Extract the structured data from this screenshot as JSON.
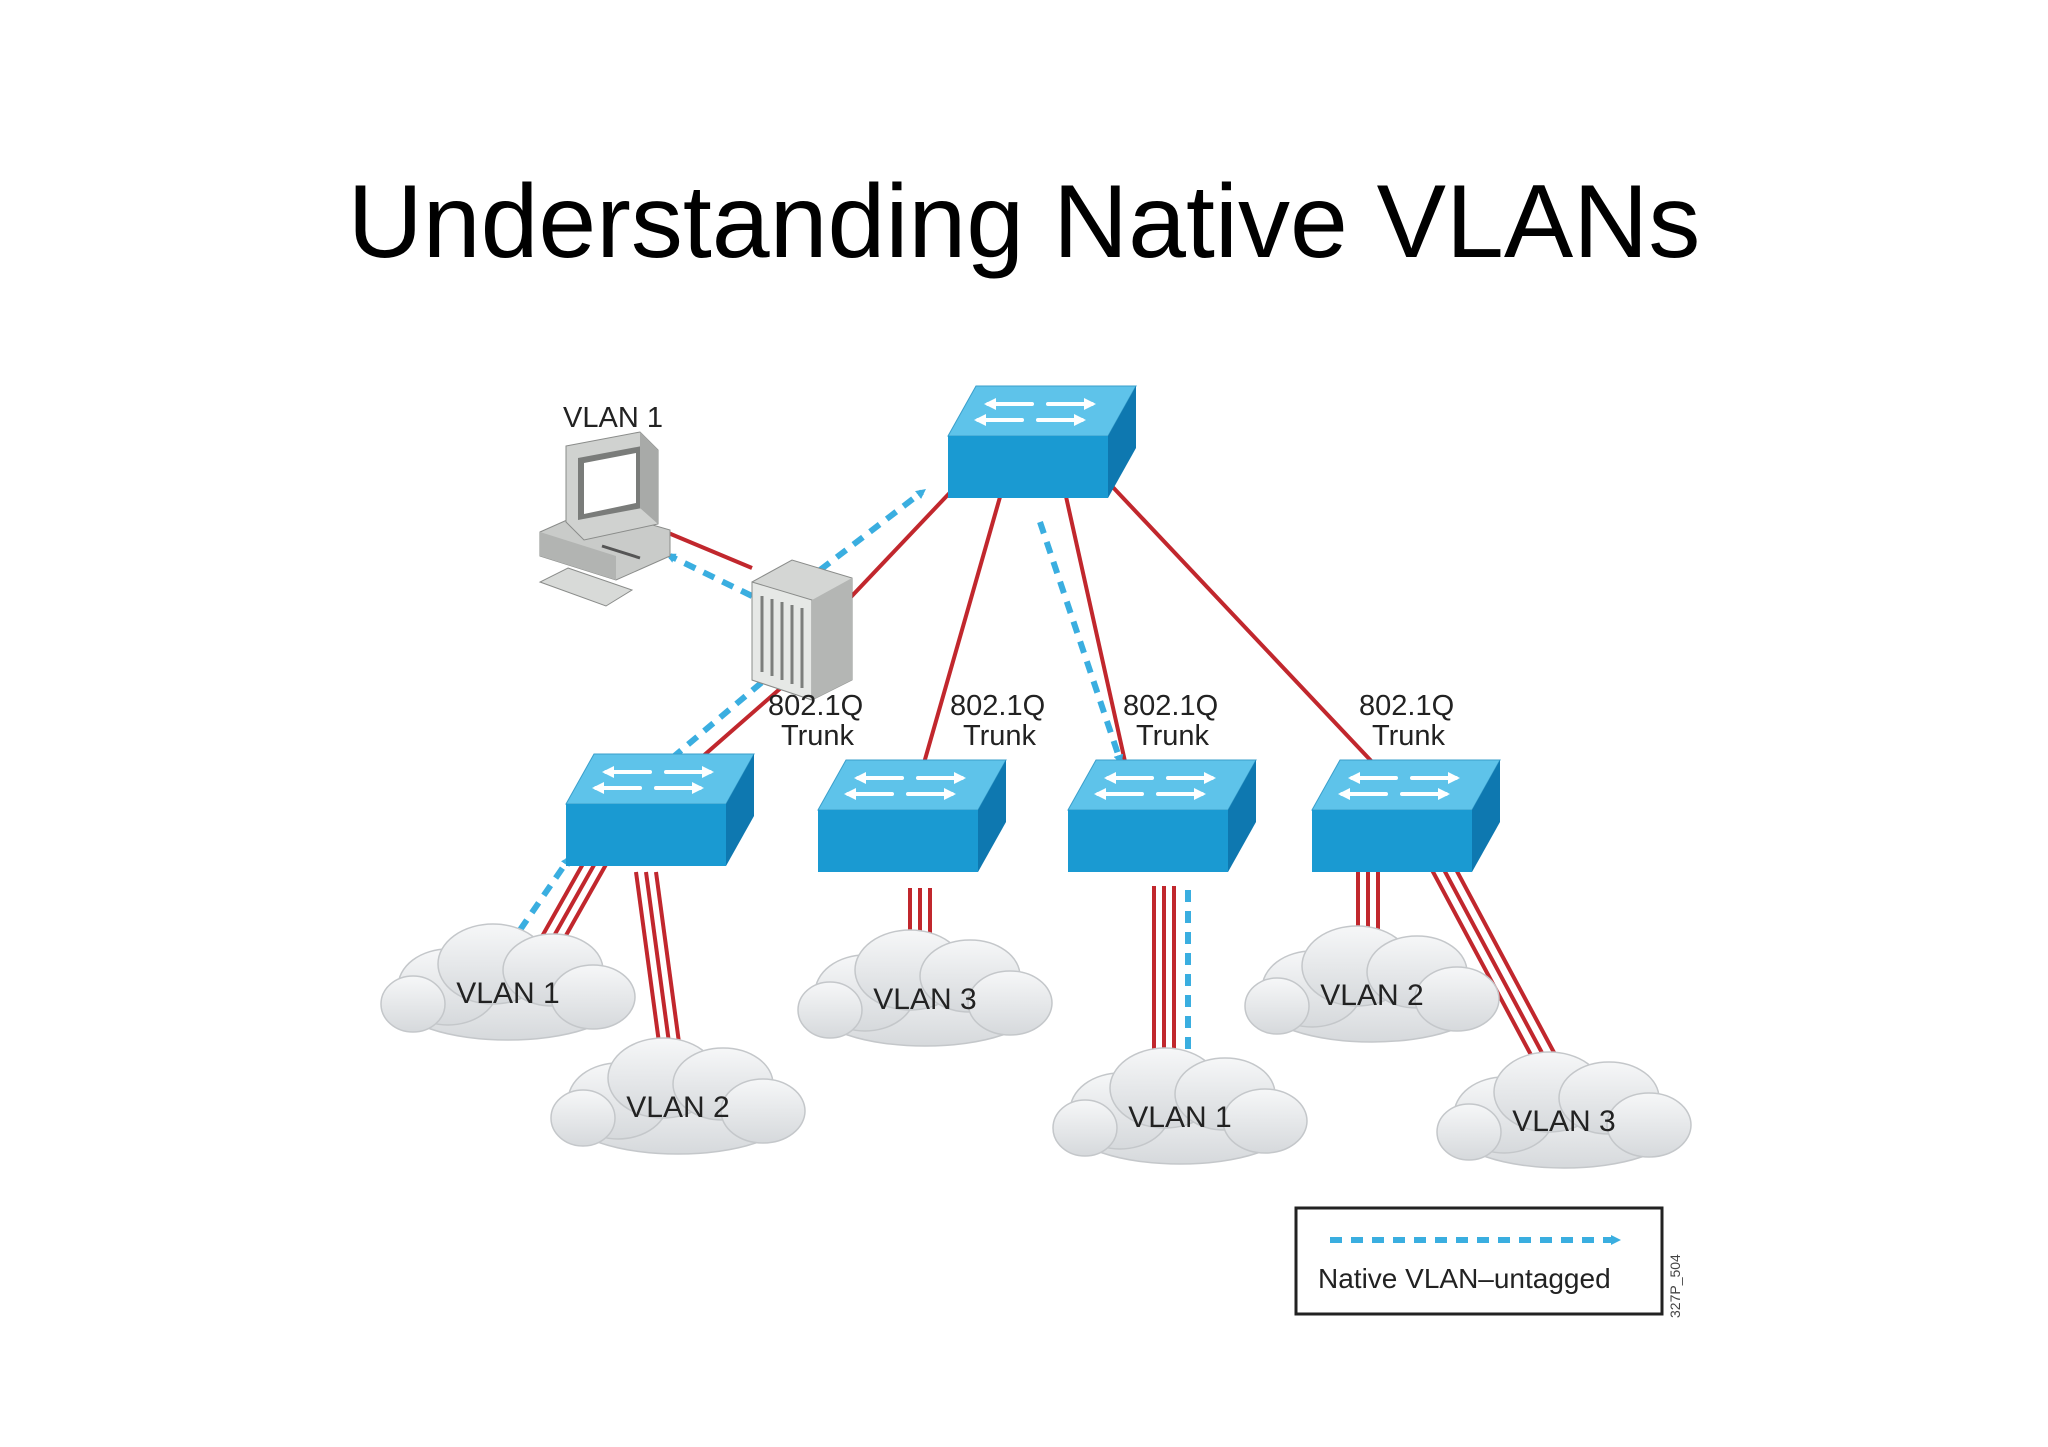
{
  "title": "Understanding Native VLANs",
  "top_switch": {},
  "pc": {
    "label": "VLAN 1"
  },
  "trunks": [
    {
      "line1": "802.1Q",
      "line2": "Trunk"
    },
    {
      "line1": "802.1Q",
      "line2": "Trunk"
    },
    {
      "line1": "802.1Q",
      "line2": "Trunk"
    },
    {
      "line1": "802.1Q",
      "line2": "Trunk"
    }
  ],
  "clouds": [
    {
      "label": "VLAN 1"
    },
    {
      "label": "VLAN 2"
    },
    {
      "label": "VLAN 3"
    },
    {
      "label": "VLAN 1"
    },
    {
      "label": "VLAN 2"
    },
    {
      "label": "VLAN 3"
    }
  ],
  "legend": {
    "label": "Native VLAN–untagged"
  },
  "figure_id": "327P_504",
  "colors": {
    "switch_top": "#5ec3ea",
    "switch_front": "#1a9ad2",
    "switch_side": "#0e78b0",
    "trunk_line": "#c1272d",
    "native_arrow": "#3aaee0",
    "cloud": "#e6e8ea"
  }
}
